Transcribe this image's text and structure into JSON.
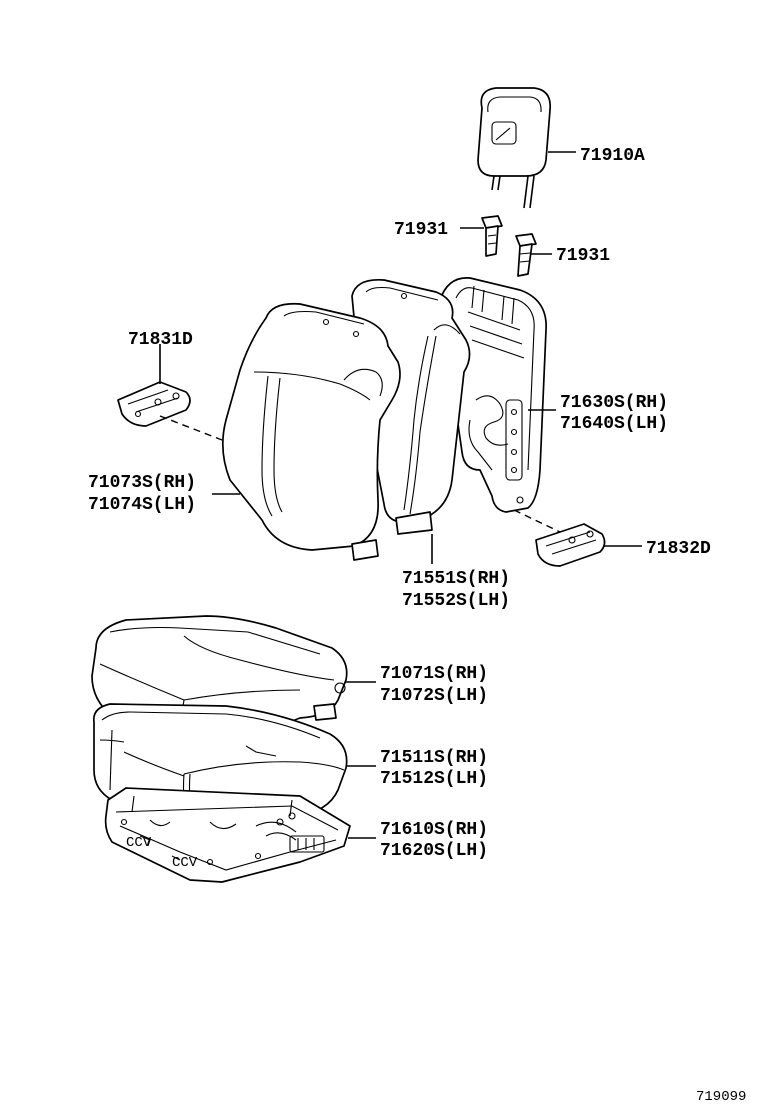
{
  "parts": {
    "headrest": "71910A",
    "headrest_support_upper": "71931",
    "headrest_support_lower": "71931",
    "hinge_cover_left": "71831D",
    "back_cover_line1": "71073S(RH)",
    "back_cover_line2": "71074S(LH)",
    "back_pad_line1": "71551S(RH)",
    "back_pad_line2": "71552S(LH)",
    "back_frame_line1": "71630S(RH)",
    "back_frame_line2": "71640S(LH)",
    "hinge_cover_right": "71832D",
    "cushion_cover_line1": "71071S(RH)",
    "cushion_cover_line2": "71072S(LH)",
    "cushion_pad_line1": "71511S(RH)",
    "cushion_pad_line2": "71512S(LH)",
    "cushion_frame_line1": "71610S(RH)",
    "cushion_frame_line2": "71620S(LH)"
  },
  "figure_number": "719099"
}
